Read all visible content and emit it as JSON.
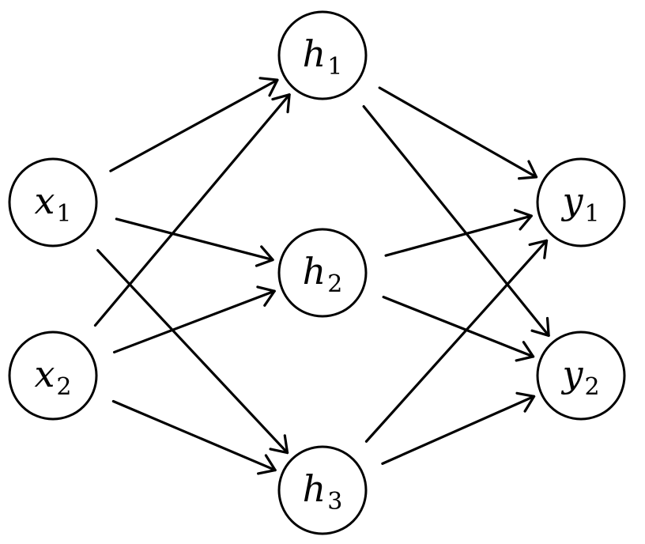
{
  "diagram": {
    "type": "feedforward-neural-network",
    "layers": [
      {
        "name": "input",
        "nodes": [
          {
            "id": "x1",
            "symbol": "x",
            "subscript": "1"
          },
          {
            "id": "x2",
            "symbol": "x",
            "subscript": "2"
          }
        ]
      },
      {
        "name": "hidden",
        "nodes": [
          {
            "id": "h1",
            "symbol": "h",
            "subscript": "1"
          },
          {
            "id": "h2",
            "symbol": "h",
            "subscript": "2"
          },
          {
            "id": "h3",
            "symbol": "h",
            "subscript": "3"
          }
        ]
      },
      {
        "name": "output",
        "nodes": [
          {
            "id": "y1",
            "symbol": "y",
            "subscript": "1"
          },
          {
            "id": "y2",
            "symbol": "y",
            "subscript": "2"
          }
        ]
      }
    ],
    "edges": [
      {
        "from": "x1",
        "to": "h1"
      },
      {
        "from": "x1",
        "to": "h2"
      },
      {
        "from": "x1",
        "to": "h3"
      },
      {
        "from": "x2",
        "to": "h1"
      },
      {
        "from": "x2",
        "to": "h2"
      },
      {
        "from": "x2",
        "to": "h3"
      },
      {
        "from": "h1",
        "to": "y1"
      },
      {
        "from": "h1",
        "to": "y2"
      },
      {
        "from": "h2",
        "to": "y1"
      },
      {
        "from": "h2",
        "to": "y2"
      },
      {
        "from": "h3",
        "to": "y1"
      },
      {
        "from": "h3",
        "to": "y2"
      }
    ],
    "colors": {
      "stroke": "#000000",
      "background": "#ffffff"
    }
  }
}
